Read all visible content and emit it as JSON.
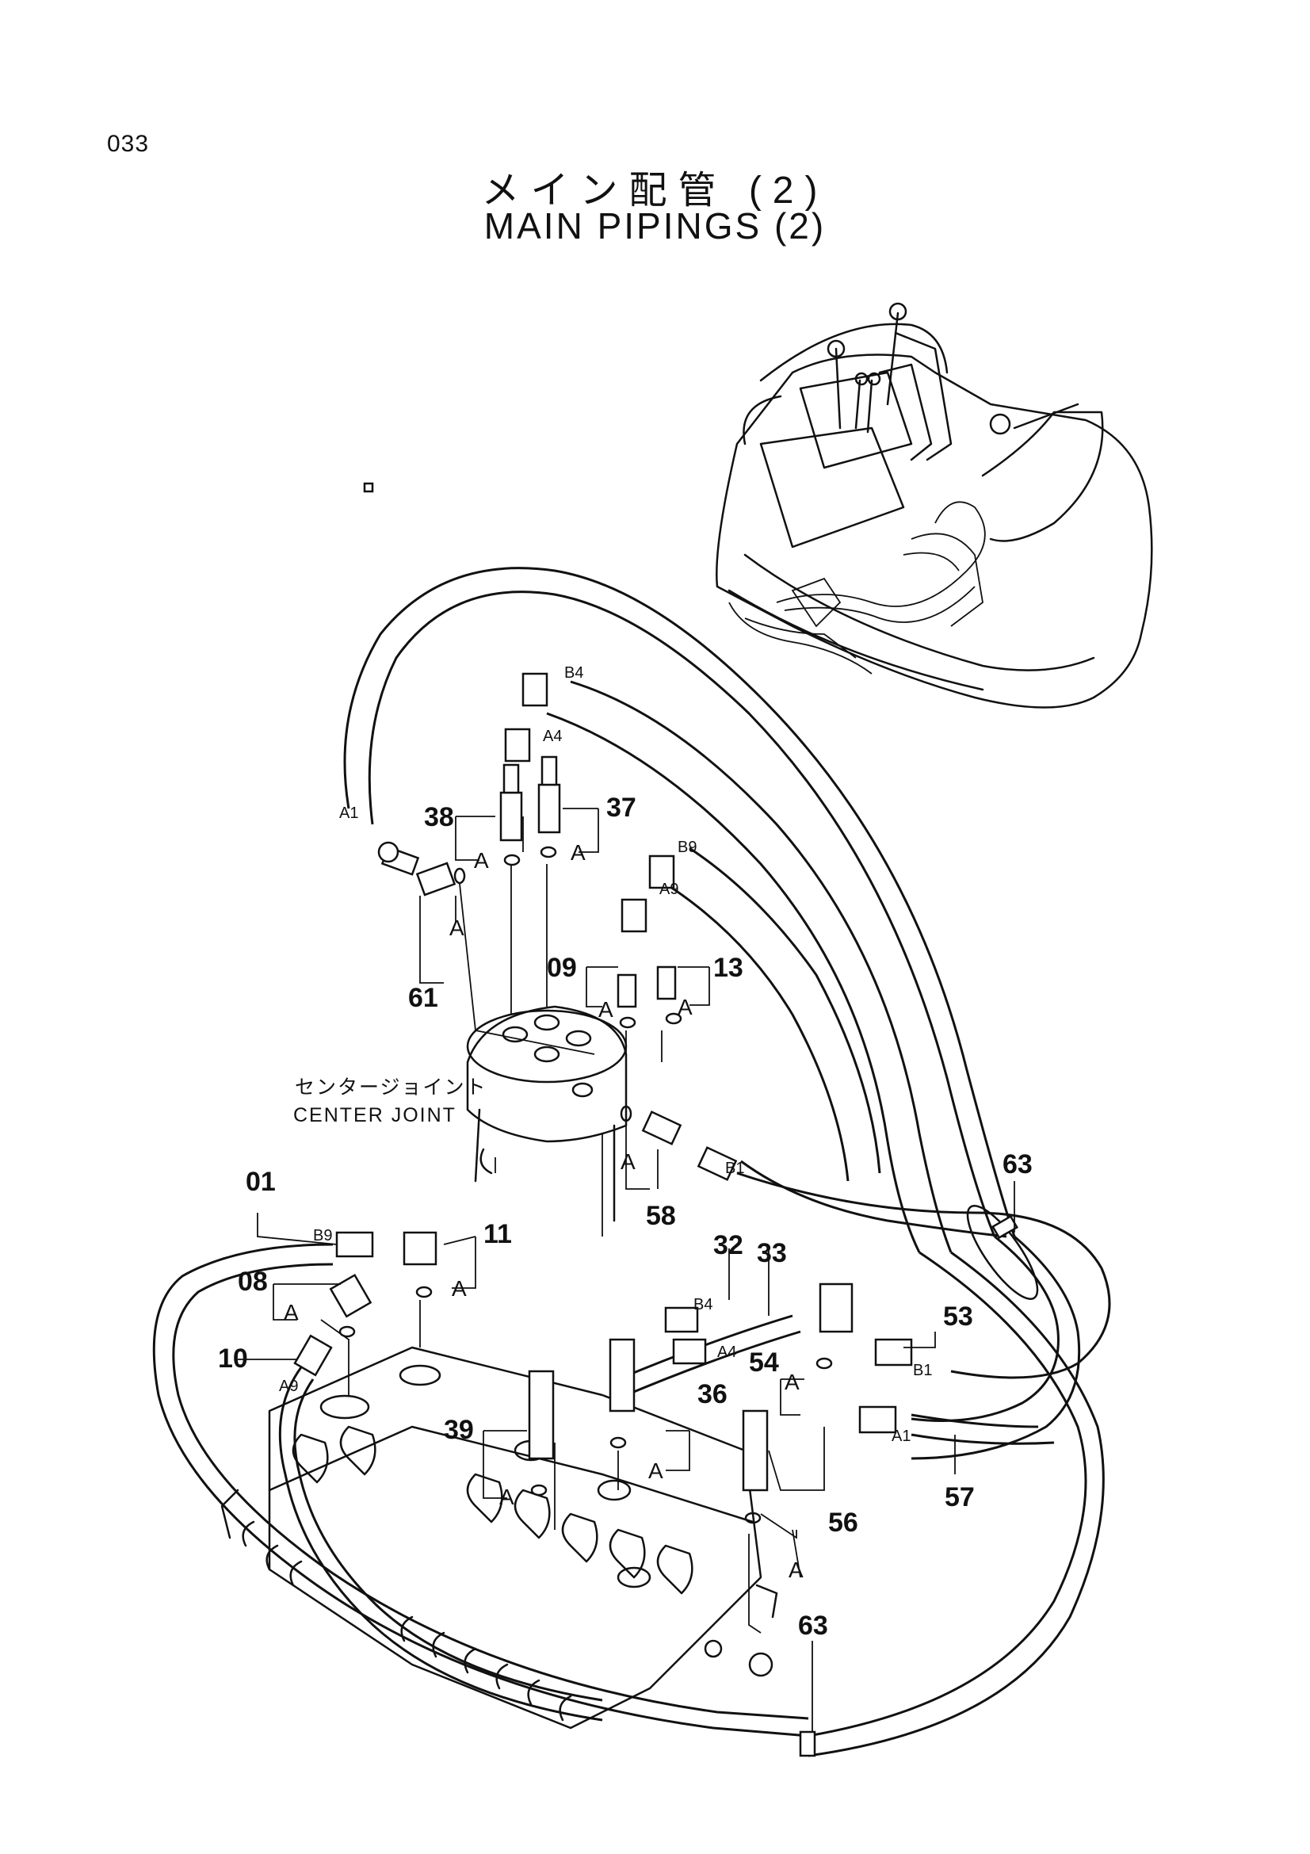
{
  "header": {
    "page_number": "033",
    "title_jp": "メイン配管 (2)",
    "title_en": "MAIN PIPINGS (2)"
  },
  "annotations": {
    "center_joint_jp": "センタージョイント",
    "center_joint_en": "CENTER JOINT"
  },
  "part_callouts": [
    "01",
    "08",
    "09",
    "10",
    "11",
    "13",
    "32",
    "33",
    "36",
    "37",
    "38",
    "39",
    "53",
    "54",
    "56",
    "57",
    "58",
    "61",
    "63"
  ],
  "section_mark": "A",
  "port_labels": [
    "A1",
    "A4",
    "A9",
    "B1",
    "B4",
    "B9"
  ]
}
